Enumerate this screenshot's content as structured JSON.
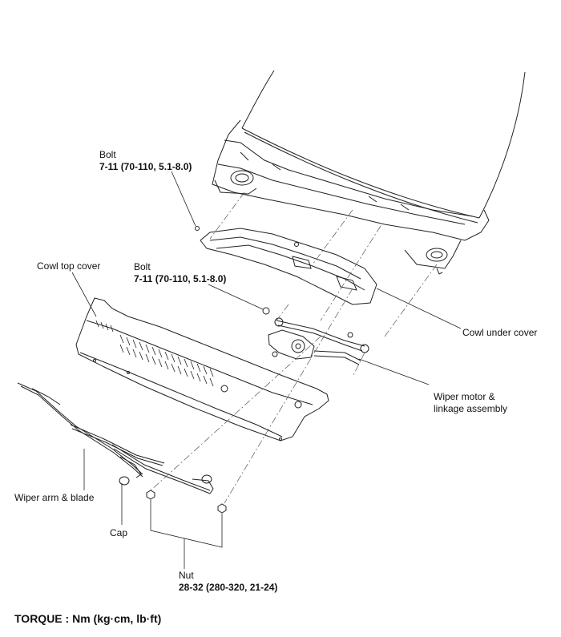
{
  "labels": {
    "bolt_top": {
      "name": "Bolt",
      "spec": "7-11 (70-110, 5.1-8.0)"
    },
    "bolt_mid": {
      "name": "Bolt",
      "spec": "7-11 (70-110, 5.1-8.0)"
    },
    "cowl_top_cover": "Cowl top cover",
    "cowl_under_cover": "Cowl under cover",
    "wiper_motor": [
      "Wiper motor &",
      "linkage assembly"
    ],
    "wiper_arm": "Wiper arm & blade",
    "cap": "Cap",
    "nut": {
      "name": "Nut",
      "spec": "28-32 (280-320, 21-24)"
    }
  },
  "torque_note": "TORQUE : Nm (kg·cm, lb·ft)"
}
